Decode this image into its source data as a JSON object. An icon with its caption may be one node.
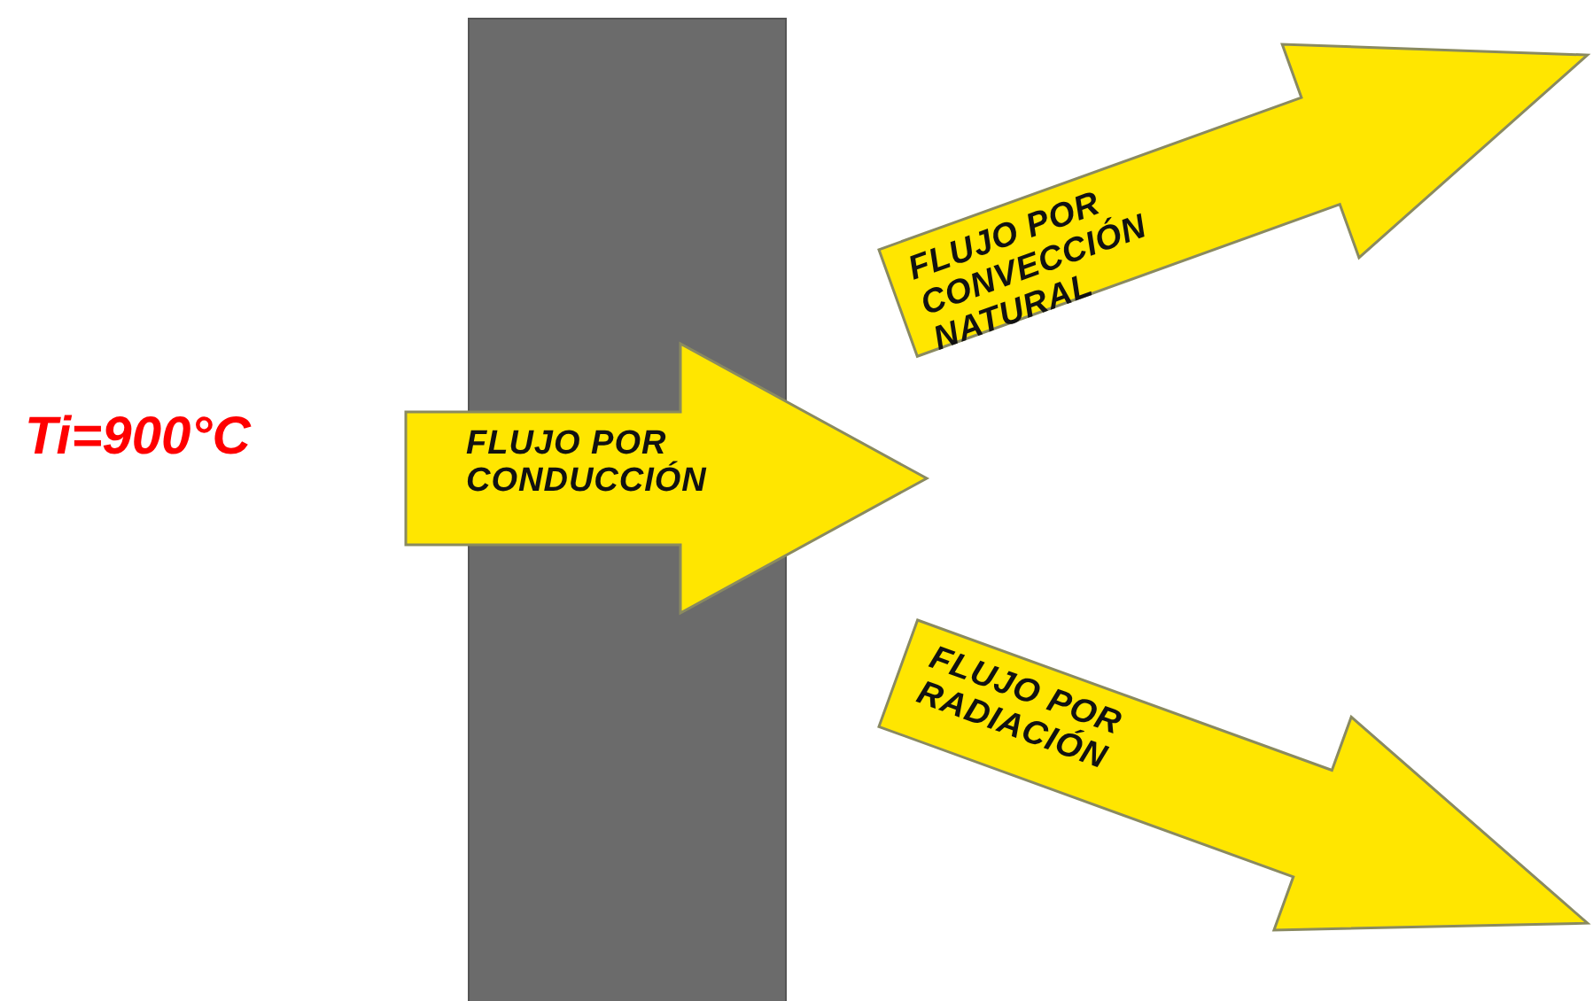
{
  "diagram": {
    "nodes": [
      {
        "text": [
          "FLUJO POR CONDUCCIÓN"
        ]
      },
      {
        "text": [
          "FLUJO POR CONVECCIÓN NATURAL"
        ]
      },
      {
        "text": [
          "FLUJO POR RADIACIÓN"
        ]
      }
    ],
    "labels": [
      "Ti=900°C"
    ]
  }
}
